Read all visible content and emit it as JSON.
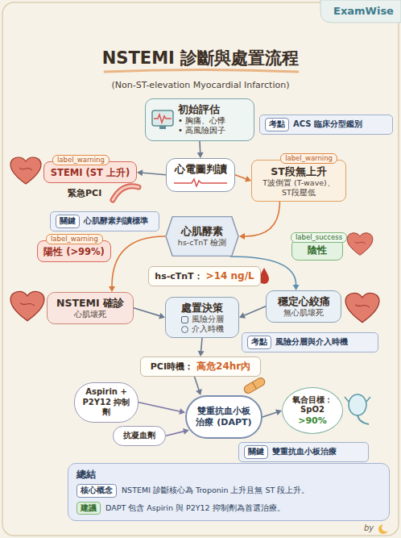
{
  "diagram": {
    "title": "NSTEMI 診斷與處置流程",
    "nodes": [
      {
        "text": [
          "初始評估",
          "• 胸痛、心悸",
          "• 高風險因子"
        ]
      },
      {
        "text": [
          "考點",
          "ACS 臨床分型鑑別"
        ]
      },
      {
        "text": [
          "label_warning",
          "STEMI (ST 上升)"
        ]
      },
      {
        "text": [
          "心電圖判讀"
        ]
      },
      {
        "text": [
          "label_warning",
          "ST段無上升",
          "T波倒置 (T-wave)、 ST段壓低"
        ]
      },
      {
        "text": [
          "關鍵",
          "心肌酵素判讀標準"
        ]
      },
      {
        "text": [
          "心肌酵素",
          "hs-cTnT 檢測"
        ]
      },
      {
        "text": [
          "label_warning",
          "陽性 (>99%)"
        ]
      },
      {
        "text": [
          "label_success",
          "陰性"
        ]
      },
      {
        "text": [
          "hs-cTnT：",
          ">14 ng/L"
        ]
      },
      {
        "text": [
          "NSTEMI 確診",
          "心肌壞死"
        ]
      },
      {
        "text": [
          "處置決策",
          "風險分層",
          "介入時機"
        ]
      },
      {
        "text": [
          "穩定心絞痛",
          "無心肌壞死"
        ]
      },
      {
        "text": [
          "考點",
          "風險分層與介入時機"
        ]
      },
      {
        "text": [
          "PCI時機：",
          "高危24hr內"
        ]
      },
      {
        "text": [
          "Aspirin + P2Y12 抑制劑"
        ]
      },
      {
        "text": [
          "抗凝血劑"
        ]
      },
      {
        "text": [
          "雙重抗血小板 治療 (DAPT)"
        ]
      },
      {
        "text": [
          "氧合目標： SpO2",
          ">90%"
        ]
      },
      {
        "text": [
          "關鍵",
          "雙重抗血小板治療"
        ]
      },
      {
        "text": [
          "總結"
        ]
      },
      {
        "text": [
          "核心概念",
          "NSTEMI 診斷核心為 Troponin 上升且無 ST 段上升。"
        ],
        "in": 20
      },
      {
        "text": [
          "建議",
          "DAPT 包含 Aspirin 與 P2Y12 抑制劑為首選治療。"
        ],
        "in": 20
      }
    ],
    "edges": [
      {
        "from": 0,
        "to": 3,
        "arrow": "to"
      },
      {
        "from": 3,
        "to": 2,
        "arrow": "to"
      },
      {
        "from": 3,
        "to": 4,
        "arrow": "to"
      },
      {
        "from": 4,
        "to": 6,
        "arrow": "to"
      },
      {
        "from": 6,
        "to": 10,
        "arrow": "to"
      },
      {
        "from": 6,
        "to": 12,
        "arrow": "to"
      },
      {
        "from": 10,
        "to": 11,
        "arrow": "to"
      },
      {
        "from": 12,
        "to": 11,
        "arrow": "to"
      },
      {
        "from": 11,
        "to": 14,
        "arrow": "to"
      },
      {
        "from": 14,
        "to": 17,
        "arrow": "to"
      },
      {
        "from": 15,
        "to": 17,
        "arrow": "to"
      },
      {
        "from": 16,
        "to": 17,
        "arrow": "to"
      },
      {
        "from": 17,
        "to": 18,
        "arrow": "to"
      }
    ],
    "labels": [
      "ExamWise",
      "(Non-ST-elevation Myocardial Infarction)",
      "緊急PCI",
      "by"
    ]
  }
}
